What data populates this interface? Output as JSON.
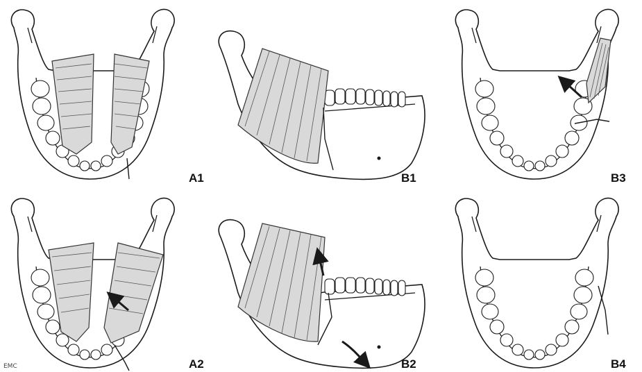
{
  "panels": [
    {
      "label": "A1"
    },
    {
      "label": "A2"
    },
    {
      "label": "B1"
    },
    {
      "label": "B2"
    },
    {
      "label": "B3"
    },
    {
      "label": "B4"
    }
  ],
  "credit": "EMC",
  "colors": {
    "line": "#1a1a1a",
    "muscle": "#d9d9d9",
    "arrow": "#1a1a1a",
    "background": "#ffffff"
  }
}
